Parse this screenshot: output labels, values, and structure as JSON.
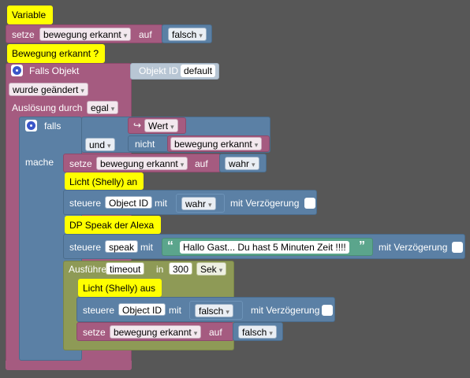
{
  "comments": {
    "variable": "Variable",
    "bewegung": "Bewegung erkannt ?",
    "licht_an": "Licht (Shelly) an",
    "speak": "DP Speak der Alexa",
    "licht_aus": "Licht (Shelly) aus"
  },
  "set_var_top": {
    "setze": "setze",
    "var": "bewegung erkannt",
    "auf": "auf",
    "value": "falsch"
  },
  "trigger": {
    "title": "Falls Objekt",
    "object_id_label": "Objekt ID",
    "object_id_value": "default",
    "condition": "wurde geändert",
    "ausloesung": "Auslösung durch",
    "ausloesung_value": "egal"
  },
  "if_block": {
    "falls": "falls",
    "mache": "mache",
    "logic": "und",
    "wert": "Wert",
    "nicht": "nicht",
    "nicht_var": "bewegung erkannt"
  },
  "set_var_true": {
    "setze": "setze",
    "var": "bewegung erkannt",
    "auf": "auf",
    "value": "wahr"
  },
  "control_on": {
    "steuere": "steuere",
    "object": "Object ID",
    "mit": "mit",
    "value": "wahr",
    "delay": "mit Verzögerung"
  },
  "control_speak": {
    "steuere": "steuere",
    "object": "speak",
    "mit": "mit",
    "text": "Hallo Gast... Du hast 5 Minuten Zeit !!!!",
    "delay": "mit Verzögerung"
  },
  "timeout": {
    "label": "Ausführen",
    "name": "timeout",
    "in": "in",
    "value": "300",
    "unit": "Sek"
  },
  "control_off": {
    "steuere": "steuere",
    "object": "Object ID",
    "mit": "mit",
    "value": "falsch",
    "delay": "mit Verzögerung"
  },
  "set_var_false": {
    "setze": "setze",
    "var": "bewegung erkannt",
    "auf": "auf",
    "value": "falsch"
  },
  "glyphs": {
    "quote_open": "“",
    "quote_close": "”",
    "return_arrow": "↪",
    "dropdown_arrow": "▾"
  }
}
